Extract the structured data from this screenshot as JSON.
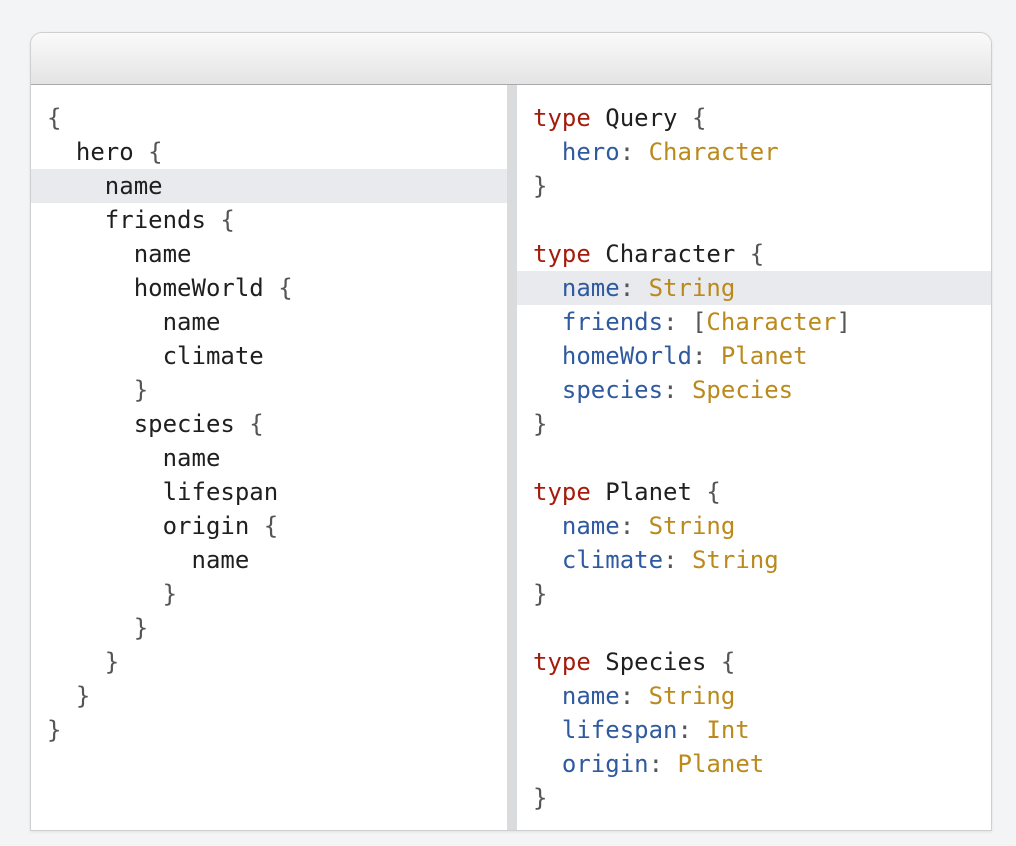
{
  "colors": {
    "keyword": "#a31c0c",
    "field": "#2f5aa0",
    "type": "#bb8a1c",
    "punctuation": "#555555",
    "text": "#1f1f1f",
    "highlight": "#e8eaee"
  },
  "query_editor": {
    "lines": [
      {
        "indent": "",
        "name": "",
        "brace": "{",
        "highlight": false
      },
      {
        "indent": "  ",
        "name": "hero",
        "brace": " {",
        "highlight": false
      },
      {
        "indent": "    ",
        "name": "name",
        "brace": "",
        "highlight": true
      },
      {
        "indent": "    ",
        "name": "friends",
        "brace": " {",
        "highlight": false
      },
      {
        "indent": "      ",
        "name": "name",
        "brace": "",
        "highlight": false
      },
      {
        "indent": "      ",
        "name": "homeWorld",
        "brace": " {",
        "highlight": false
      },
      {
        "indent": "        ",
        "name": "name",
        "brace": "",
        "highlight": false
      },
      {
        "indent": "        ",
        "name": "climate",
        "brace": "",
        "highlight": false
      },
      {
        "indent": "      ",
        "name": "",
        "brace": "}",
        "highlight": false
      },
      {
        "indent": "      ",
        "name": "species",
        "brace": " {",
        "highlight": false
      },
      {
        "indent": "        ",
        "name": "name",
        "brace": "",
        "highlight": false
      },
      {
        "indent": "        ",
        "name": "lifespan",
        "brace": "",
        "highlight": false
      },
      {
        "indent": "        ",
        "name": "origin",
        "brace": " {",
        "highlight": false
      },
      {
        "indent": "          ",
        "name": "name",
        "brace": "",
        "highlight": false
      },
      {
        "indent": "        ",
        "name": "",
        "brace": "}",
        "highlight": false
      },
      {
        "indent": "      ",
        "name": "",
        "brace": "}",
        "highlight": false
      },
      {
        "indent": "    ",
        "name": "",
        "brace": "}",
        "highlight": false
      },
      {
        "indent": "  ",
        "name": "",
        "brace": "}",
        "highlight": false
      },
      {
        "indent": "",
        "name": "",
        "brace": "}",
        "highlight": false
      }
    ]
  },
  "schema_viewer": {
    "lines": [
      {
        "kind": "type-open",
        "keyword": "type",
        "name": "Query"
      },
      {
        "kind": "field",
        "field": "hero",
        "sep": ": ",
        "open": "",
        "type": "Character",
        "close": "",
        "highlight": false
      },
      {
        "kind": "close",
        "text": "}"
      },
      {
        "kind": "blank"
      },
      {
        "kind": "type-open",
        "keyword": "type",
        "name": "Character"
      },
      {
        "kind": "field",
        "field": "name",
        "sep": ": ",
        "open": "",
        "type": "String",
        "close": "",
        "highlight": true
      },
      {
        "kind": "field",
        "field": "friends",
        "sep": ": ",
        "open": "[",
        "type": "Character",
        "close": "]",
        "highlight": false
      },
      {
        "kind": "field",
        "field": "homeWorld",
        "sep": ": ",
        "open": "",
        "type": "Planet",
        "close": "",
        "highlight": false
      },
      {
        "kind": "field",
        "field": "species",
        "sep": ": ",
        "open": "",
        "type": "Species",
        "close": "",
        "highlight": false
      },
      {
        "kind": "close",
        "text": "}"
      },
      {
        "kind": "blank"
      },
      {
        "kind": "type-open",
        "keyword": "type",
        "name": "Planet"
      },
      {
        "kind": "field",
        "field": "name",
        "sep": ": ",
        "open": "",
        "type": "String",
        "close": "",
        "highlight": false
      },
      {
        "kind": "field",
        "field": "climate",
        "sep": ": ",
        "open": "",
        "type": "String",
        "close": "",
        "highlight": false
      },
      {
        "kind": "close",
        "text": "}"
      },
      {
        "kind": "blank"
      },
      {
        "kind": "type-open",
        "keyword": "type",
        "name": "Species"
      },
      {
        "kind": "field",
        "field": "name",
        "sep": ": ",
        "open": "",
        "type": "String",
        "close": "",
        "highlight": false
      },
      {
        "kind": "field",
        "field": "lifespan",
        "sep": ": ",
        "open": "",
        "type": "Int",
        "close": "",
        "highlight": false
      },
      {
        "kind": "field",
        "field": "origin",
        "sep": ": ",
        "open": "",
        "type": "Planet",
        "close": "",
        "highlight": false
      },
      {
        "kind": "close",
        "text": "}"
      }
    ]
  }
}
